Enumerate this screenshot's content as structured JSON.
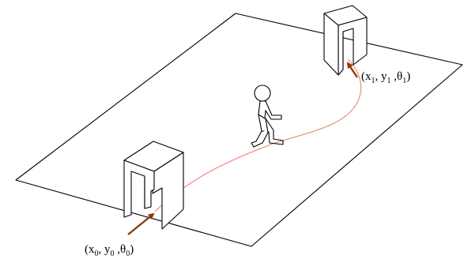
{
  "figure": {
    "start_pose": {
      "x": "x",
      "x_sub": "0",
      "y": "y",
      "y_sub": "0",
      "theta": "θ",
      "theta_sub": "0"
    },
    "end_pose": {
      "x": "x",
      "x_sub": "1",
      "y": "y",
      "y_sub": "1",
      "theta": "θ",
      "theta_sub": "1"
    },
    "colors": {
      "path": "#f08a80",
      "arrow": "#8b3a0e",
      "lines": "#000000"
    }
  }
}
